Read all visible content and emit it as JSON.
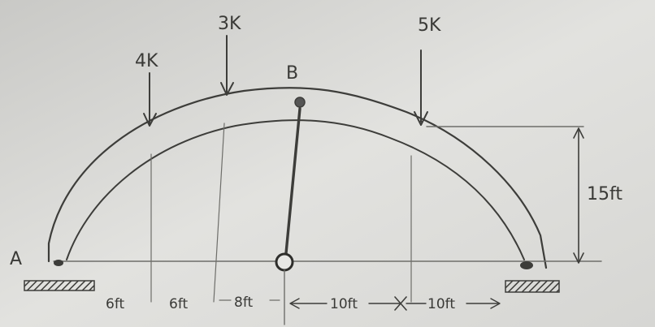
{
  "support_a_label": "A",
  "hinge_b_label": "B",
  "loads": [
    {
      "label": "4K"
    },
    {
      "label": "3K"
    },
    {
      "label": "5K"
    }
  ],
  "height_label": "15ft",
  "spacings": [
    "6ft",
    "6ft",
    "8ft",
    "10ft",
    "10ft"
  ]
}
